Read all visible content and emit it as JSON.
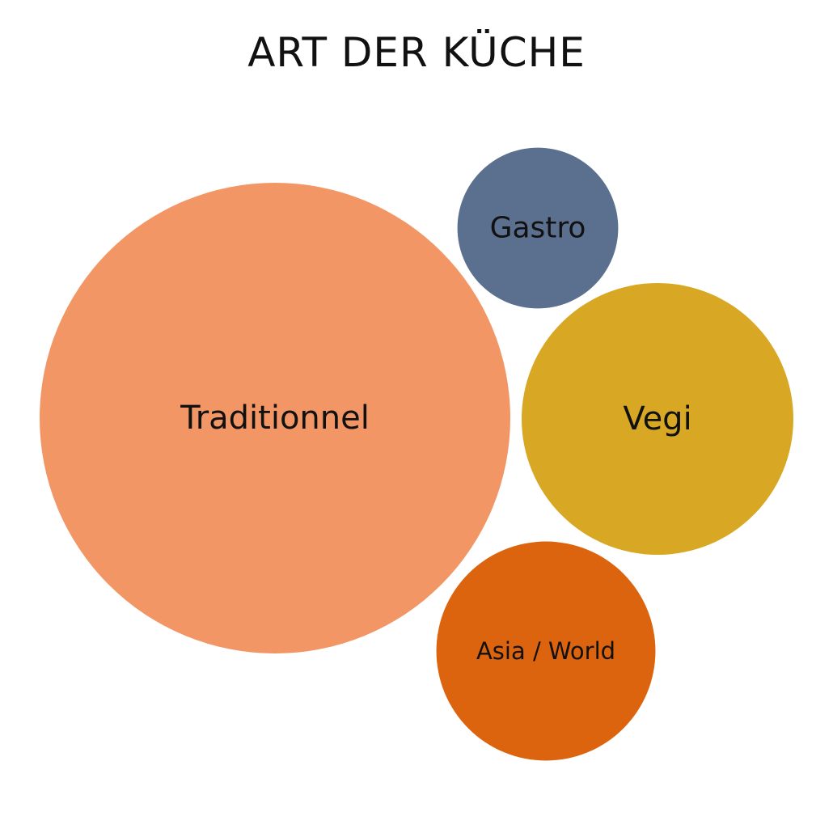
{
  "chart_data": {
    "type": "bubble",
    "title": "ART DER KÜCHE",
    "categories": [
      "Traditionnel",
      "Gastro",
      "Vegi",
      "Asia / World"
    ],
    "values": [
      60,
      7,
      20,
      13
    ],
    "colors": [
      "#F29666",
      "#5B6F8E",
      "#D8A824",
      "#DD640E"
    ]
  }
}
